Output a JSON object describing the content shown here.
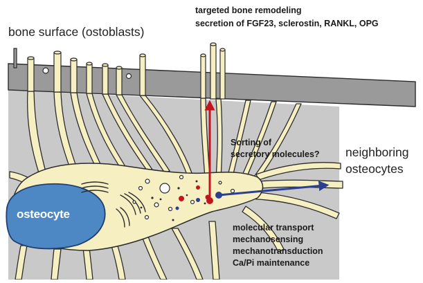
{
  "labels": {
    "bone_surface": "bone surface (ostoblasts)",
    "top_line1": "targeted bone remodeling",
    "top_line2": "secretion of FGF23, sclerostin, RANKL, OPG",
    "neighboring_line1": "neighboring",
    "neighboring_line2": "osteocytes",
    "sorting_line1": "Sorting of",
    "sorting_line2": "secretory molecules?",
    "nucleus": "osteocyte",
    "functions": [
      "molecular transport",
      "mechanosensing",
      "mechanotransduction",
      "Ca/Pi maintenance"
    ]
  },
  "colors": {
    "bone_band": "#9a9a9a",
    "matrix": "#c9c9c9",
    "cytoplasm": "#f6efc2",
    "nucleus": "#4d88c5",
    "secretion_arrow": "#c0151d",
    "transport_arrow": "#2a3f8f",
    "outline": "#2b2b2b"
  }
}
